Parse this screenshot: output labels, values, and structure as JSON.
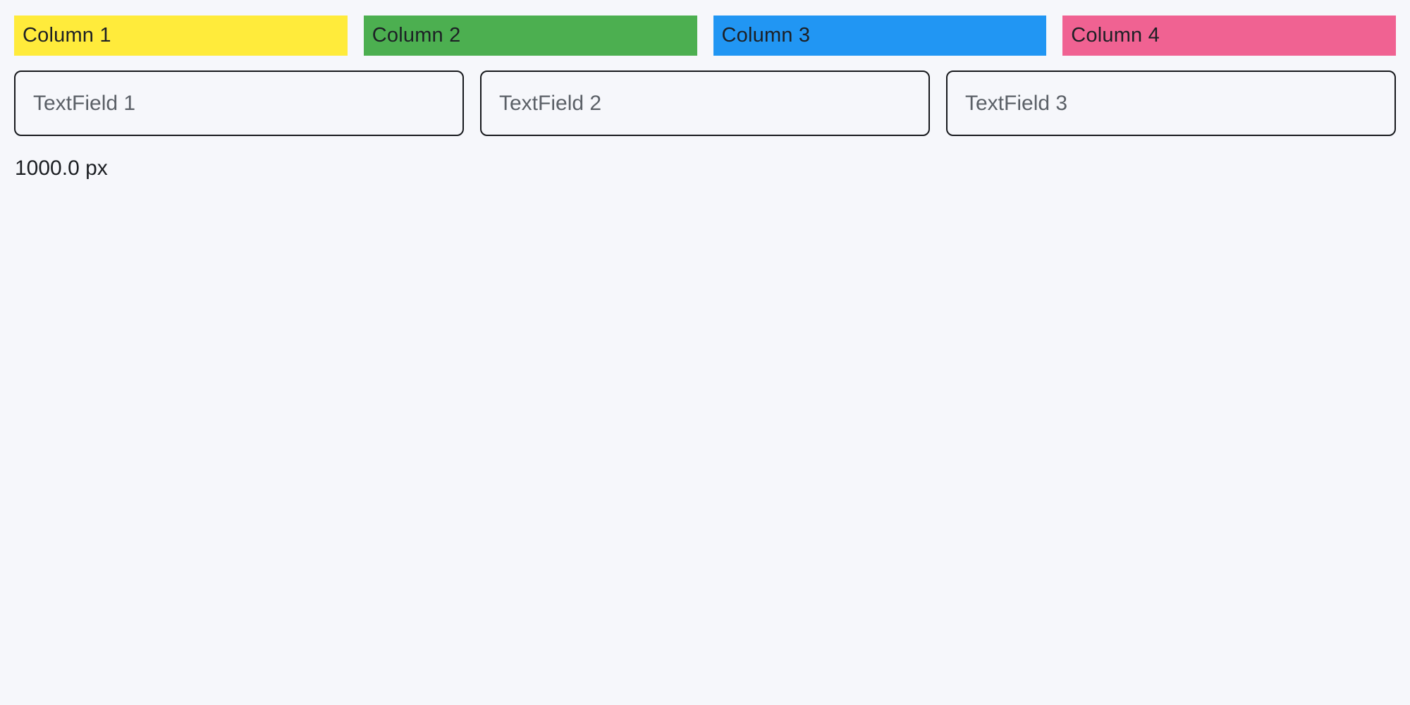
{
  "page": {
    "background": "#F6F7FB",
    "width_label": "1000.0 px"
  },
  "columns": [
    {
      "label": "Column 1",
      "color": "#FFEB3B"
    },
    {
      "label": "Column 2",
      "color": "#4CAF50"
    },
    {
      "label": "Column 3",
      "color": "#2196F3"
    },
    {
      "label": "Column 4",
      "color": "#F06292"
    }
  ],
  "textfields": [
    {
      "placeholder": "TextField 1"
    },
    {
      "placeholder": "TextField 2"
    },
    {
      "placeholder": "TextField 3"
    }
  ]
}
